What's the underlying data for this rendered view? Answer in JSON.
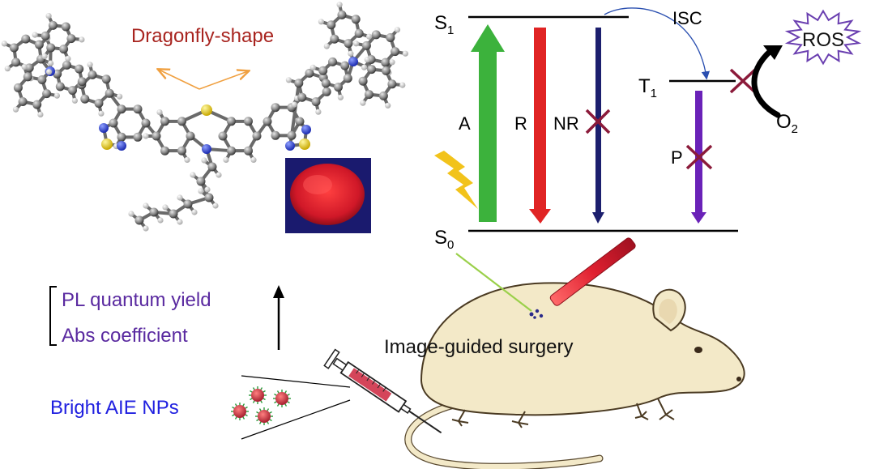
{
  "molecule": {
    "title": "Dragonfly-shape",
    "title_color": "#a8241f",
    "arrow_color": "#f0a040",
    "atom_colors": {
      "carbon": "#8c8c8c",
      "hydrogen": "#dcdcdc",
      "nitrogen": "#2a3fd6",
      "sulfur": "#e8d21a"
    }
  },
  "powder": {
    "frame_color": "#1a1a6e",
    "powder_color": "#d01828"
  },
  "jablonski": {
    "s1_label": "S",
    "s1_sub": "1",
    "s0_label": "S",
    "s0_sub": "0",
    "t1_label": "T",
    "t1_sub": "1",
    "isc_label": "ISC",
    "absorption_label": "A",
    "radiative_label": "R",
    "nonradiative_label": "NR",
    "phosphorescence_label": "P",
    "oxygen_label": "O",
    "oxygen_sub": "2",
    "ros_label": "ROS",
    "colors": {
      "absorption": "#3cb23c",
      "radiative": "#e02424",
      "nonradiative": "#1c1f6e",
      "phosphorescence": "#6a22b8",
      "blocked_cross": "#8b1a3a",
      "ros_outline": "#6a3fb0",
      "isc_arrow": "#2a4fb0",
      "lightning": "#f2c31b"
    }
  },
  "properties": {
    "items": [
      "PL quantum yield",
      "Abs coefficient"
    ],
    "text_color": "#5a2aa0"
  },
  "nanoparticles": {
    "label": "Bright AIE NPs",
    "label_color": "#2020e0",
    "particle_color": "#c02a3a"
  },
  "surgery": {
    "label": "Image-guided surgery",
    "mouse_color": "#f3e9c8",
    "laser_color": "#e02030",
    "beam_color": "#9ad04a"
  }
}
